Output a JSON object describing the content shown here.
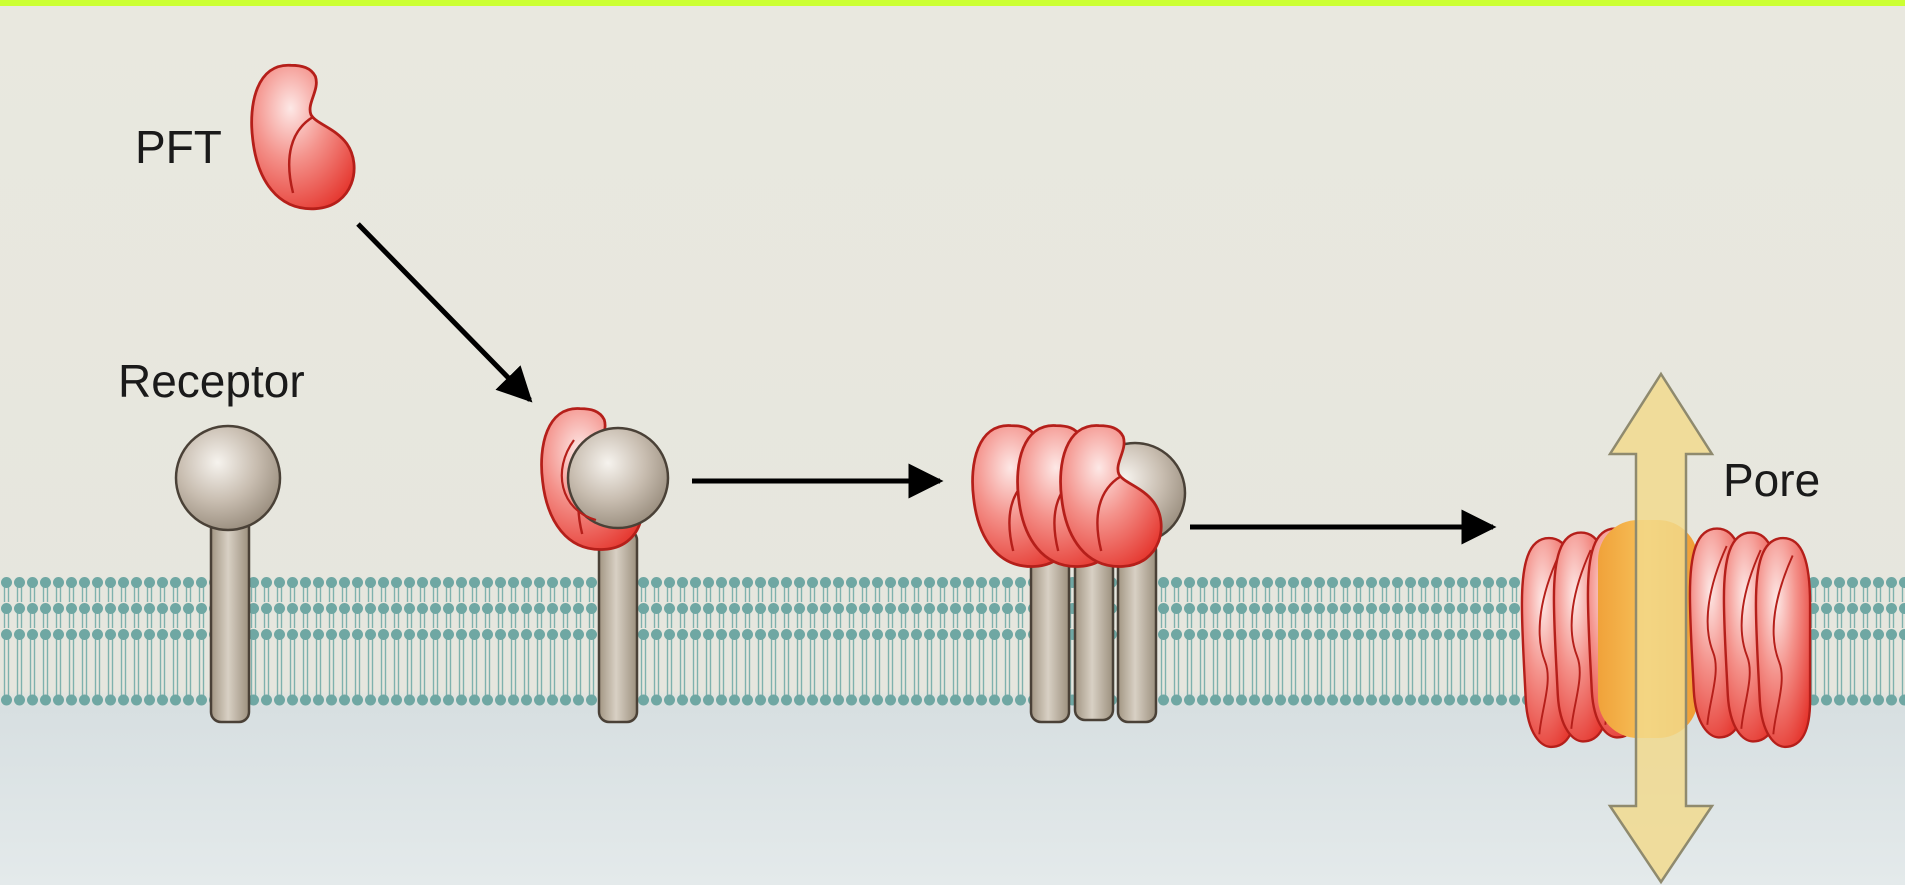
{
  "labels": {
    "pft": "PFT",
    "receptor": "Receptor",
    "pore": "Pore"
  },
  "colors": {
    "top_border": "#ccff33",
    "background_top": "#e8e7de",
    "background_bottom": "#dfe6e8",
    "toxin_red": "#e8413b",
    "receptor_gray": "#b8ab9a",
    "lipid_head": "#6fa7a3",
    "pore_arrow": "#f1d98b"
  }
}
